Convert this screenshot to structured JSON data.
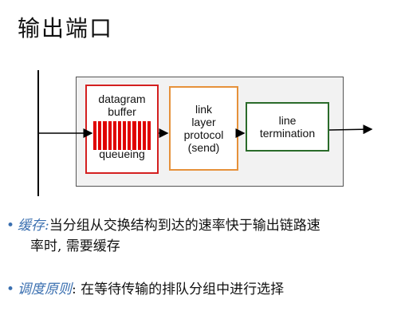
{
  "title": "输出端口",
  "diagram": {
    "buffer_box": {
      "line1": "datagram",
      "line2": "buffer",
      "queue_label": "queueing"
    },
    "link_box": {
      "line1": "link",
      "line2": "layer",
      "line3": "protocol",
      "line4": "(send)"
    },
    "line_box": {
      "line1": "line",
      "line2": "termination"
    },
    "colors": {
      "buffer_border": "#d42020",
      "link_border": "#e6913a",
      "line_border": "#2a6b2a",
      "queue_bars": "#e00000"
    }
  },
  "bullets": [
    {
      "term": "缓存:",
      "text_line1": "当分组从交换结构到达的速率快于输出链路速",
      "text_line2": "率时, 需要缓存"
    },
    {
      "term": "调度原则",
      "sep": ":",
      "text": "在等待传输的排队分组中进行选择"
    }
  ]
}
